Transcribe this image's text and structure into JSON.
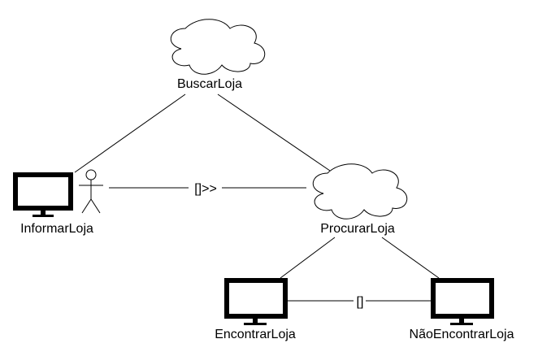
{
  "nodes": {
    "buscar_loja": {
      "label": "BuscarLoja",
      "kind": "cloud"
    },
    "procurar_loja": {
      "label": "ProcurarLoja",
      "kind": "cloud"
    },
    "informar_loja": {
      "label": "InformarLoja",
      "kind": "screen-with-actor"
    },
    "encontrar_loja": {
      "label": "EncontrarLoja",
      "kind": "screen"
    },
    "nao_encontrar_loja": {
      "label": "NãoEncontrarLoja",
      "kind": "screen"
    }
  },
  "edges": {
    "informar_to_procurar": {
      "label": "[]>>"
    },
    "encontrar_to_nao_encontrar": {
      "label": "[]"
    }
  },
  "icons": [
    "cloud-icon",
    "monitor-icon",
    "stick-figure-icon"
  ]
}
